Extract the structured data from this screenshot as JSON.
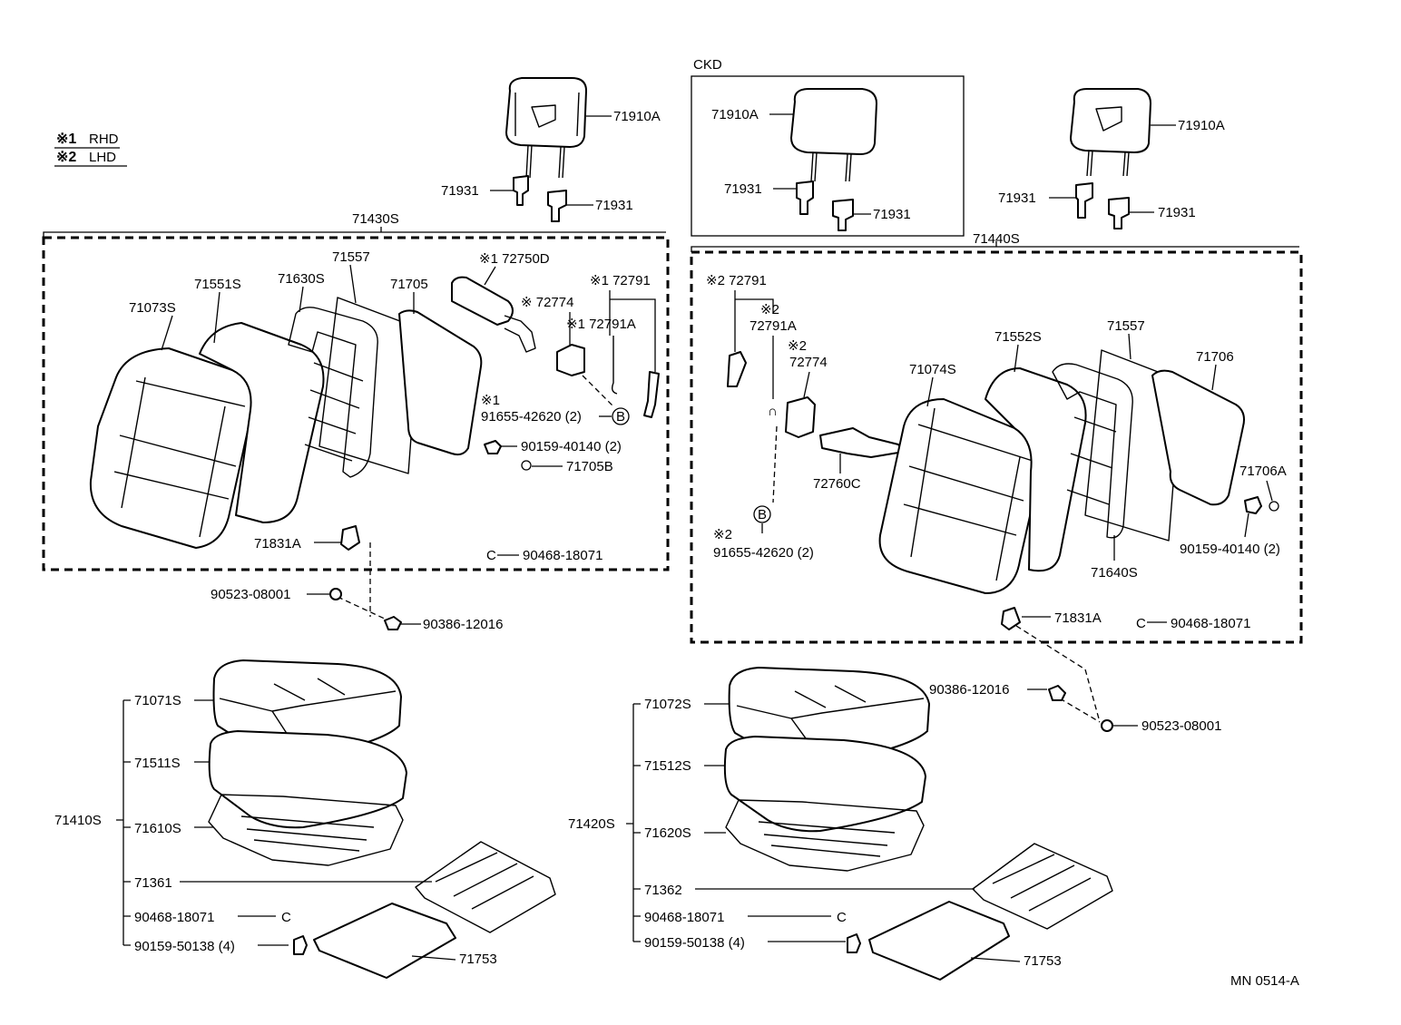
{
  "legend": {
    "item1": {
      "mark": "※1",
      "text": "RHD"
    },
    "item2": {
      "mark": "※2",
      "text": "LHD"
    }
  },
  "ckd_label": "CKD",
  "headrests": {
    "left": {
      "pad": "71910A",
      "support_a": "71931",
      "support_b": "71931"
    },
    "ckd": {
      "pad": "71910A",
      "support_a": "71931",
      "support_b": "71931"
    },
    "right": {
      "pad": "71910A",
      "support_a": "71931",
      "support_b": "71931"
    }
  },
  "left_back": {
    "assembly": "71430S",
    "cover": "71073S",
    "pad": "71551S",
    "frame": "71630S",
    "spring": "71557",
    "board": "71705",
    "armrest": "※1 72750D",
    "bracket": "※ 72774",
    "cable": "※1 72791",
    "cable_a": "※1 72791A",
    "screw_note": "※1",
    "screw": "91655-42620 (2)",
    "screw_ref": "B",
    "bolt": "90159-40140 (2)",
    "clip": "71705B",
    "hinge": "71831A",
    "hog_ring": "90468-18071",
    "washer": "90523-08001",
    "nut": "90386-12016"
  },
  "right_back": {
    "assembly": "71440S",
    "cable": "※2 72791",
    "cable_a_note": "※2",
    "cable_a": "72791A",
    "bracket_note": "※2",
    "bracket": "72774",
    "recliner": "72760C",
    "screw_ref": "B",
    "screw_note": "※2",
    "screw": "91655-42620 (2)",
    "cover": "71074S",
    "pad": "71552S",
    "spring": "71557",
    "board": "71706",
    "clip": "71706A",
    "bolt": "90159-40140 (2)",
    "frame": "71640S",
    "hinge": "71831A",
    "hog_ring": "90468-18071",
    "nut": "90386-12016",
    "washer": "90523-08001"
  },
  "left_cushion": {
    "assembly": "71410S",
    "cover": "71071S",
    "pad": "71511S",
    "spring": "71610S",
    "frame": "71361",
    "hog_ring": "90468-18071",
    "bolt": "90159-50138 (4)",
    "tray": "71753"
  },
  "right_cushion": {
    "assembly": "71420S",
    "cover": "71072S",
    "pad": "71512S",
    "spring": "71620S",
    "frame": "71362",
    "hog_ring": "90468-18071",
    "bolt": "90159-50138 (4)",
    "tray": "71753"
  },
  "diagram_id": "MN 0514-A"
}
